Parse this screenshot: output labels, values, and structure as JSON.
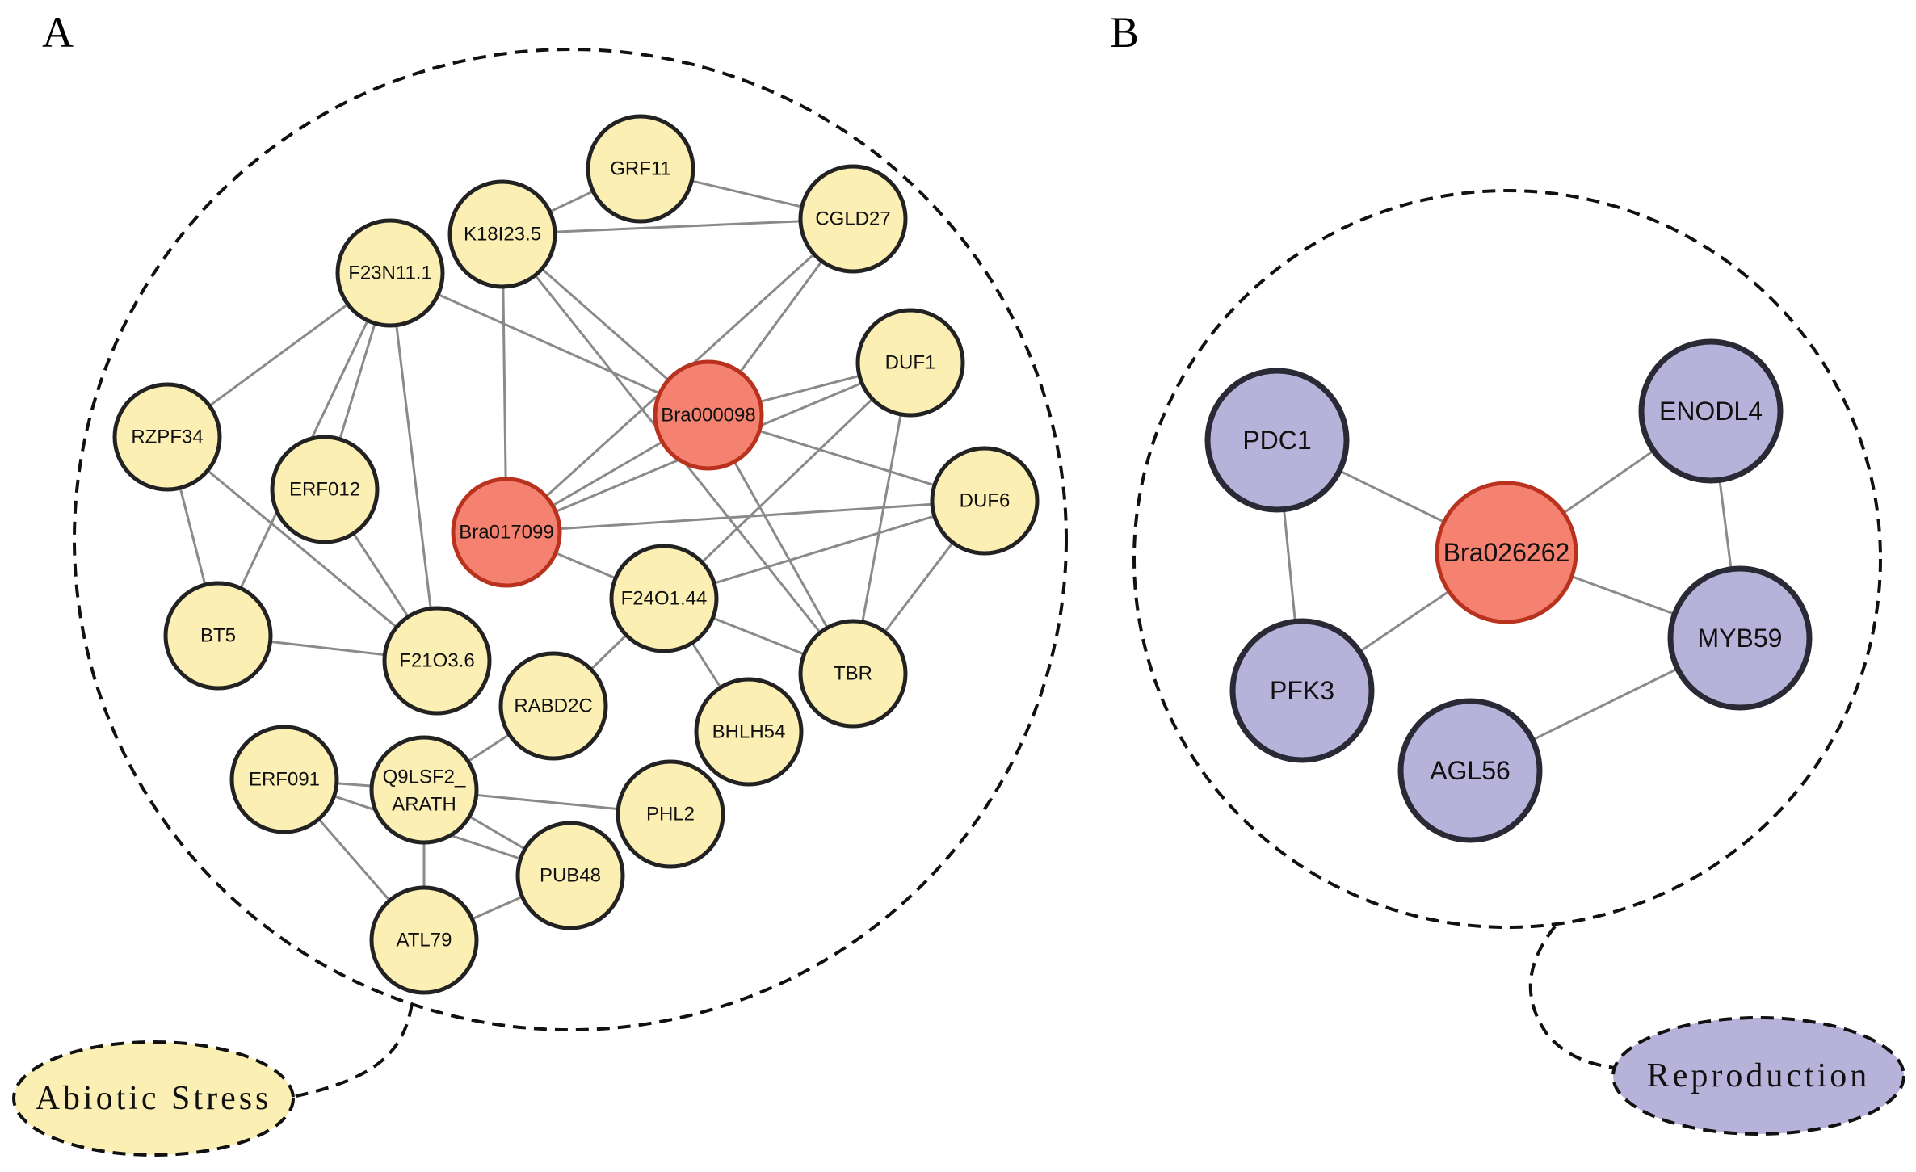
{
  "colors": {
    "yellow_fill": "#FCEFB4",
    "yellow_stroke": "#222222",
    "red_fill": "#F58170",
    "red_stroke": "#B8321E",
    "purple_fill": "#B7B2DA",
    "purple_stroke": "#2A2A36",
    "edge": "#8A8A8A"
  },
  "panels": [
    {
      "id": "A",
      "letter": "A",
      "category": "Abiotic Stress",
      "nodes": [
        {
          "id": "GRF11",
          "label": "GRF11",
          "type": "yellow"
        },
        {
          "id": "CGLD27",
          "label": "CGLD27",
          "type": "yellow"
        },
        {
          "id": "K18I23.5",
          "label": "K18I23.5",
          "type": "yellow"
        },
        {
          "id": "F23N11.1",
          "label": "F23N11.1",
          "type": "yellow"
        },
        {
          "id": "DUF1",
          "label": "DUF1",
          "type": "yellow"
        },
        {
          "id": "Bra000098",
          "label": "Bra000098",
          "type": "red"
        },
        {
          "id": "RZPF34",
          "label": "RZPF34",
          "type": "yellow"
        },
        {
          "id": "ERF012",
          "label": "ERF012",
          "type": "yellow"
        },
        {
          "id": "Bra017099",
          "label": "Bra017099",
          "type": "red"
        },
        {
          "id": "DUF6",
          "label": "DUF6",
          "type": "yellow"
        },
        {
          "id": "F24O1.44",
          "label": "F24O1.44",
          "type": "yellow"
        },
        {
          "id": "BT5",
          "label": "BT5",
          "type": "yellow"
        },
        {
          "id": "F21O3.6",
          "label": "F21O3.6",
          "type": "yellow"
        },
        {
          "id": "TBR",
          "label": "TBR",
          "type": "yellow"
        },
        {
          "id": "RABD2C",
          "label": "RABD2C",
          "type": "yellow"
        },
        {
          "id": "BHLH54",
          "label": "BHLH54",
          "type": "yellow"
        },
        {
          "id": "ERF091",
          "label": "ERF091",
          "type": "yellow"
        },
        {
          "id": "Q9LSF2",
          "label": "Q9LSF2_ ARATH",
          "line1": "Q9LSF2_",
          "line2": "ARATH",
          "type": "yellow"
        },
        {
          "id": "PHL2",
          "label": "PHL2",
          "type": "yellow"
        },
        {
          "id": "PUB48",
          "label": "PUB48",
          "type": "yellow"
        },
        {
          "id": "ATL79",
          "label": "ATL79",
          "type": "yellow"
        }
      ],
      "edges": [
        [
          "GRF11",
          "CGLD27"
        ],
        [
          "GRF11",
          "K18I23.5"
        ],
        [
          "K18I23.5",
          "CGLD27"
        ],
        [
          "K18I23.5",
          "Bra000098"
        ],
        [
          "K18I23.5",
          "Bra017099"
        ],
        [
          "K18I23.5",
          "TBR"
        ],
        [
          "F23N11.1",
          "Bra000098"
        ],
        [
          "F23N11.1",
          "RZPF34"
        ],
        [
          "F23N11.1",
          "ERF012"
        ],
        [
          "F23N11.1",
          "BT5"
        ],
        [
          "F23N11.1",
          "F21O3.6"
        ],
        [
          "CGLD27",
          "Bra000098"
        ],
        [
          "CGLD27",
          "Bra017099"
        ],
        [
          "DUF1",
          "Bra000098"
        ],
        [
          "DUF1",
          "Bra017099"
        ],
        [
          "DUF1",
          "F24O1.44"
        ],
        [
          "DUF1",
          "TBR"
        ],
        [
          "Bra000098",
          "Bra017099"
        ],
        [
          "Bra000098",
          "DUF6"
        ],
        [
          "Bra000098",
          "TBR"
        ],
        [
          "Bra017099",
          "DUF6"
        ],
        [
          "Bra017099",
          "F24O1.44"
        ],
        [
          "DUF6",
          "F24O1.44"
        ],
        [
          "DUF6",
          "TBR"
        ],
        [
          "F24O1.44",
          "TBR"
        ],
        [
          "F24O1.44",
          "BHLH54"
        ],
        [
          "F24O1.44",
          "RABD2C"
        ],
        [
          "RZPF34",
          "BT5"
        ],
        [
          "RZPF34",
          "F21O3.6"
        ],
        [
          "ERF012",
          "F21O3.6"
        ],
        [
          "BT5",
          "F21O3.6"
        ],
        [
          "RABD2C",
          "Q9LSF2"
        ],
        [
          "ERF091",
          "Q9LSF2"
        ],
        [
          "ERF091",
          "ATL79"
        ],
        [
          "ERF091",
          "PUB48"
        ],
        [
          "Q9LSF2",
          "PHL2"
        ],
        [
          "Q9LSF2",
          "PUB48"
        ],
        [
          "Q9LSF2",
          "ATL79"
        ],
        [
          "ATL79",
          "PUB48"
        ]
      ]
    },
    {
      "id": "B",
      "letter": "B",
      "category": "Reproduction",
      "nodes": [
        {
          "id": "PDC1",
          "label": "PDC1",
          "type": "purple"
        },
        {
          "id": "ENODL4",
          "label": "ENODL4",
          "type": "purple"
        },
        {
          "id": "Bra026262",
          "label": "Bra026262",
          "type": "red"
        },
        {
          "id": "PFK3",
          "label": "PFK3",
          "type": "purple"
        },
        {
          "id": "MYB59",
          "label": "MYB59",
          "type": "purple"
        },
        {
          "id": "AGL56",
          "label": "AGL56",
          "type": "purple"
        }
      ],
      "edges": [
        [
          "PDC1",
          "Bra026262"
        ],
        [
          "PDC1",
          "PFK3"
        ],
        [
          "ENODL4",
          "Bra026262"
        ],
        [
          "ENODL4",
          "MYB59"
        ],
        [
          "Bra026262",
          "PFK3"
        ],
        [
          "Bra026262",
          "MYB59"
        ],
        [
          "MYB59",
          "AGL56"
        ]
      ]
    }
  ]
}
